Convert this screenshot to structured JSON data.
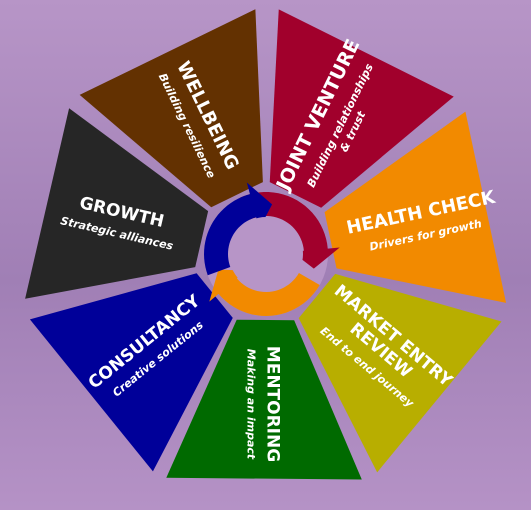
{
  "segments": [
    {
      "id": "joint-venture",
      "title": "JOINT VENTURE",
      "subtitle": [
        "Building relationships",
        "& trust"
      ],
      "color": "#a1002c"
    },
    {
      "id": "health-check",
      "title": "HEALTH CHECK",
      "subtitle": [
        "Drivers for growth"
      ],
      "color": "#f28a00"
    },
    {
      "id": "market-entry-review",
      "title": [
        "MARKET ENTRY",
        "REVIEW"
      ],
      "subtitle": [
        "End to end journey"
      ],
      "color": "#b8ae00"
    },
    {
      "id": "mentoring",
      "title": "MENTORING",
      "subtitle": [
        "Making an impact"
      ],
      "color": "#006a00"
    },
    {
      "id": "consultancy",
      "title": "CONSULTANCY",
      "subtitle": [
        "Creative solutions"
      ],
      "color": "#000099"
    },
    {
      "id": "growth",
      "title": "GROWTH",
      "subtitle": [
        "Strategic alliances"
      ],
      "color": "#262626"
    },
    {
      "id": "wellbeing",
      "title": "WELLBEING",
      "subtitle": [
        "Building resilience"
      ],
      "color": "#633101"
    }
  ],
  "cycle_arrows": [
    {
      "id": "red-arrow",
      "color": "#a1002c"
    },
    {
      "id": "orange-arrow",
      "color": "#f28a00"
    },
    {
      "id": "blue-arrow",
      "color": "#000099"
    }
  ],
  "colors": {
    "background": "#b08cc2",
    "center": "#b795c7"
  }
}
